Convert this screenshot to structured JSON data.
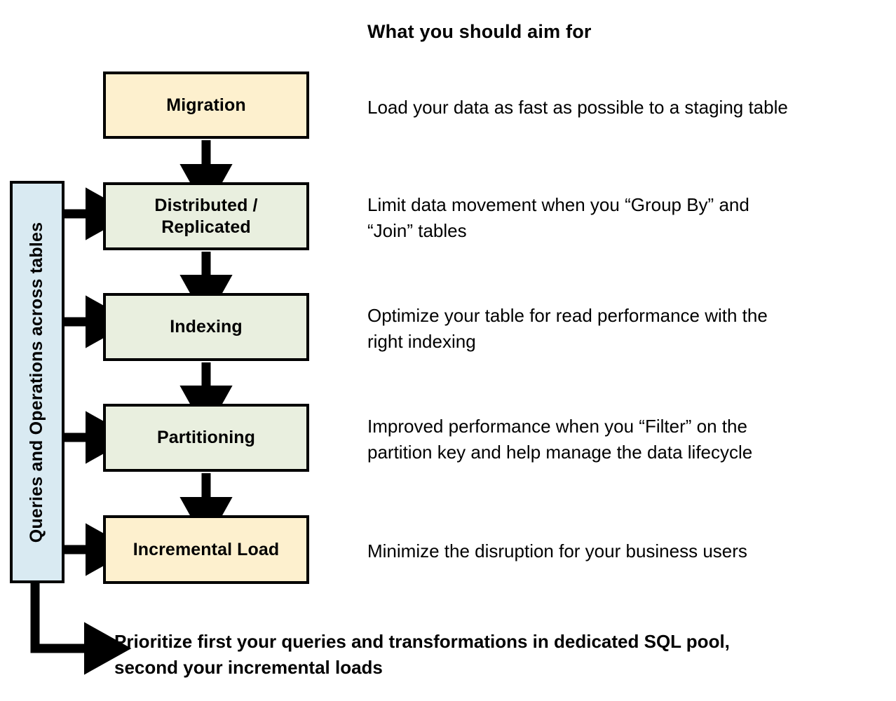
{
  "title": "What you should aim for",
  "colors": {
    "stage_yellow": "#fdf0ce",
    "stage_green": "#e9efdf",
    "side_bar_blue": "#d9eaf2",
    "outline": "#000000",
    "text": "#000000"
  },
  "side_bar": {
    "label": "Queries and Operations across tables"
  },
  "stages": [
    {
      "id": "migration",
      "label": "Migration",
      "fill": "yellow",
      "description": "Load your data as fast as possible to a staging table"
    },
    {
      "id": "distributed",
      "label": "Distributed /\nReplicated",
      "fill": "green",
      "label_line1": "Distributed /",
      "label_line2": "Replicated",
      "description_line1": "Limit data movement when you “Group By” and",
      "description_line2": "“Join” tables"
    },
    {
      "id": "indexing",
      "label": "Indexing",
      "fill": "green",
      "description_line1": "Optimize your table for read performance with the",
      "description_line2": "right indexing"
    },
    {
      "id": "partitioning",
      "label": "Partitioning",
      "fill": "green",
      "description_line1": "Improved performance when you “Filter” on the",
      "description_line2": "partition key and help manage the data lifecycle"
    },
    {
      "id": "incremental_load",
      "label": "Incremental Load",
      "fill": "yellow",
      "description": "Minimize the disruption for your business users"
    }
  ],
  "bottom_callout": {
    "line1": "Prioritize first your queries and transformations in dedicated SQL pool,",
    "line2": "second your incremental loads"
  }
}
